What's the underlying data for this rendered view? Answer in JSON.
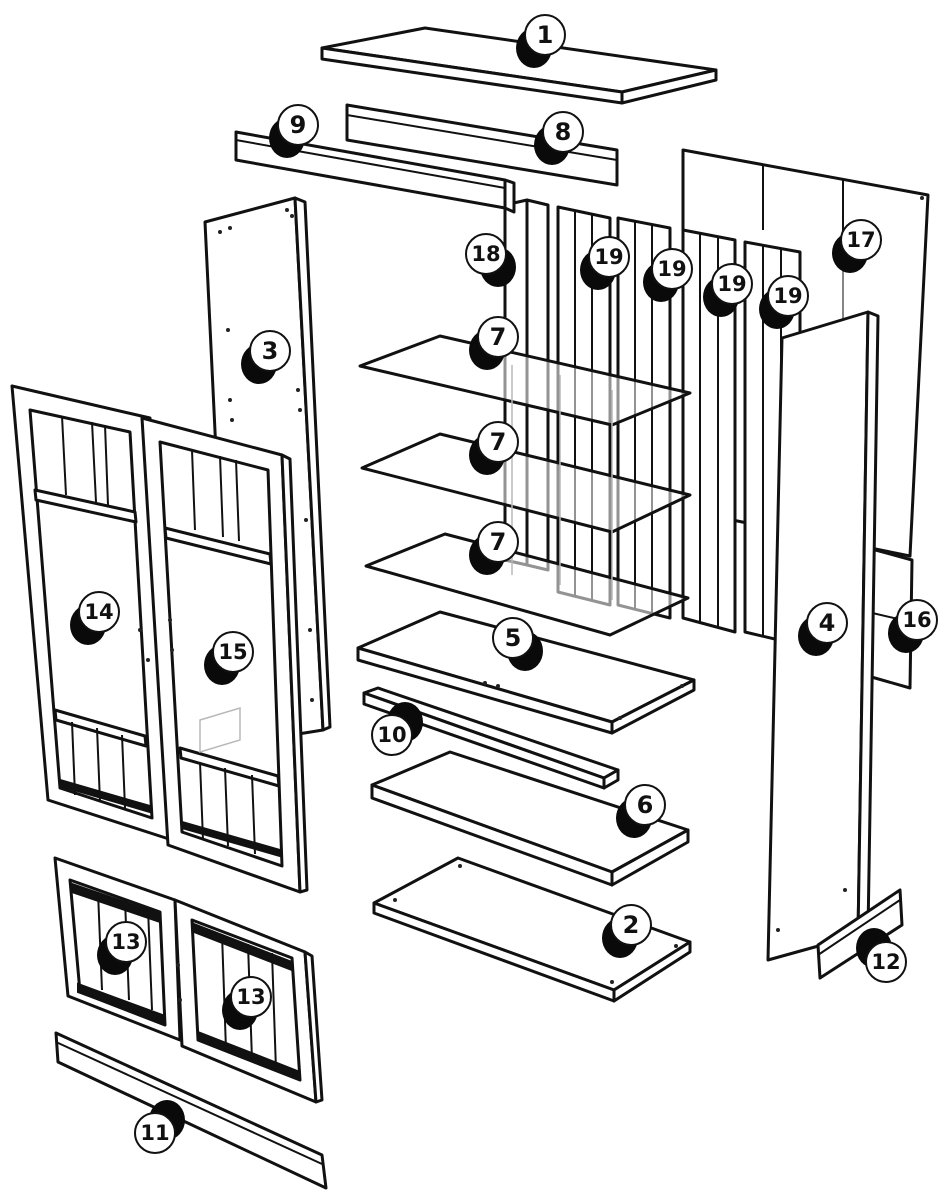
{
  "callouts": {
    "c1": "1",
    "c2": "2",
    "c3": "3",
    "c4": "4",
    "c5": "5",
    "c6": "6",
    "c7a": "7",
    "c7b": "7",
    "c7c": "7",
    "c8": "8",
    "c9": "9",
    "c10": "10",
    "c11": "11",
    "c12": "12",
    "c13a": "13",
    "c13b": "13",
    "c14": "14",
    "c15": "15",
    "c16": "16",
    "c17": "17",
    "c18": "18",
    "c19a": "19",
    "c19b": "19",
    "c19c": "19",
    "c19d": "19"
  }
}
